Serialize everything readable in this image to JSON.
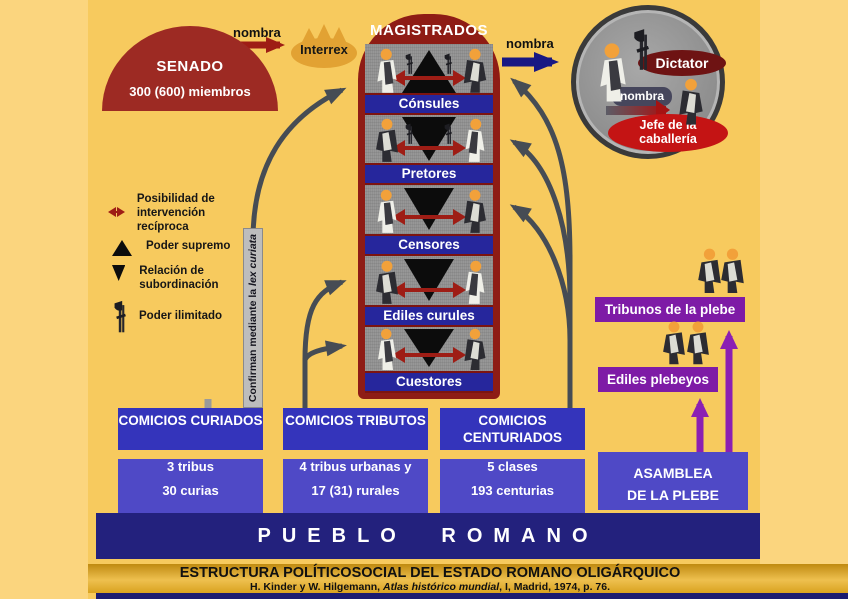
{
  "senado": {
    "title": "SENADO",
    "members": "300 (600) miembros",
    "nombra": "nombra"
  },
  "interrex": {
    "label": "Interrex"
  },
  "magistrados": {
    "title": "MAGISTRADOS",
    "nombra": "nombra",
    "levels": [
      "Cónsules",
      "Pretores",
      "Censores",
      "Ediles curules",
      "Cuestores"
    ]
  },
  "dictator": {
    "title": "Dictator",
    "nombra": "nombra",
    "subordinate": "Jefe de la caballería"
  },
  "legend": {
    "items": [
      {
        "icon": "double-headed-arrow-icon",
        "label": "Posibilidad de intervención recíproca"
      },
      {
        "icon": "triangle-up-icon",
        "label": "Poder supremo"
      },
      {
        "icon": "triangle-down-icon",
        "label": "Relación de subordinación"
      },
      {
        "icon": "fasces-icon",
        "label": "Poder ilimitado"
      }
    ]
  },
  "lex": {
    "prefix": "Confirman mediante la ",
    "italic": "lex curiata"
  },
  "plebe": {
    "tribunos": "Tribunos de la plebe",
    "ediles": "Ediles plebeyos",
    "asamblea_line1": "ASAMBLEA",
    "asamblea_line2": "DE LA PLEBE"
  },
  "comicios": [
    {
      "title": "COMICIOS CURIADOS",
      "rows": [
        "3 tribus",
        "30 curias"
      ]
    },
    {
      "title": "COMICIOS TRIBUTOS",
      "rows": [
        "4 tribus urbanas y",
        "17 (31) rurales"
      ]
    },
    {
      "title": "COMICIOS CENTURIADOS",
      "rows": [
        "5 clases",
        "193 centurias"
      ]
    }
  ],
  "pueblo": {
    "label": "PUEBLO ROMANO"
  },
  "footer": {
    "title": "ESTRUCTURA POLÍTICOSOCIAL DEL ESTADO ROMANO OLIGÁRQUICO",
    "citation_prefix": "H. Kinder y W. Hilgemann, ",
    "citation_italic": "Atlas histórico mundial",
    "citation_suffix": ", I, Madrid, 1974, p. 76."
  },
  "colors": {
    "background": "#f7ca5e",
    "edge": "#fbd57e",
    "maroon": "#8e1c15",
    "navy_band": "#26269c",
    "blue_box": "#4f49c6",
    "blue_header": "#3434bb",
    "purple": "#7e1ba6",
    "gold": "#d9a21f",
    "gray_arrow": "#464c54",
    "red_arrow": "#9e1d15",
    "blue_arrow": "#181883"
  }
}
